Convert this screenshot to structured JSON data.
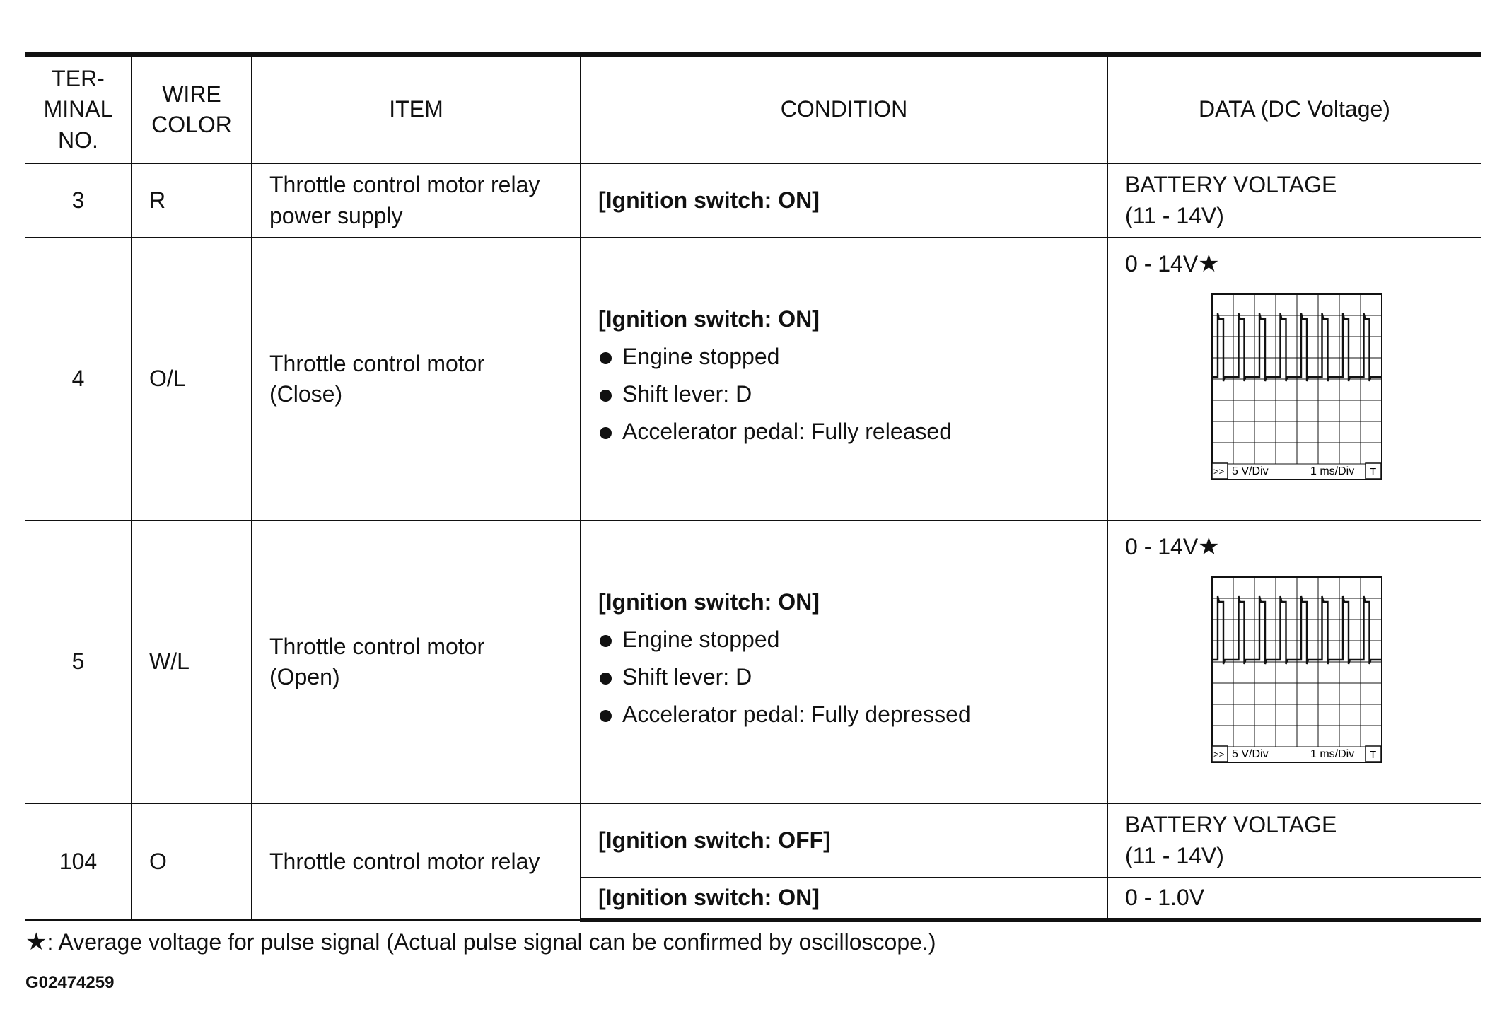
{
  "headers": {
    "terminal": "TER-\nMINAL\nNO.",
    "wire": "WIRE\nCOLOR",
    "item": "ITEM",
    "condition": "CONDITION",
    "data": "DATA (DC Voltage)"
  },
  "rows": [
    {
      "terminal": "3",
      "wire": "R",
      "item": "Throttle control motor relay\npower supply",
      "condition_title": "[Ignition switch: ON]",
      "data": "BATTERY VOLTAGE\n(11 - 14V)"
    },
    {
      "terminal": "4",
      "wire": "O/L",
      "item": "Throttle control motor\n(Close)",
      "condition_title": "[Ignition switch: ON]",
      "conditions": [
        "Engine stopped",
        "Shift lever: D",
        "Accelerator pedal: Fully released"
      ],
      "data": "0 - 14V",
      "data_mark": "★",
      "scope": {
        "volt_div": "5 V/Div",
        "time_div": "1 ms/Div",
        "left_tag": ">>",
        "right_tag": "T"
      }
    },
    {
      "terminal": "5",
      "wire": "W/L",
      "item": "Throttle control motor\n(Open)",
      "condition_title": "[Ignition switch: ON]",
      "conditions": [
        "Engine stopped",
        "Shift lever: D",
        "Accelerator pedal: Fully depressed"
      ],
      "data": "0 - 14V",
      "data_mark": "★",
      "scope": {
        "volt_div": "5 V/Div",
        "time_div": "1 ms/Div",
        "left_tag": ">>",
        "right_tag": "T"
      }
    },
    {
      "terminal": "104",
      "wire": "O",
      "item": "Throttle control motor relay",
      "sub": [
        {
          "condition_title": "[Ignition switch: OFF]",
          "data": "BATTERY VOLTAGE\n(11 - 14V)"
        },
        {
          "condition_title": "[Ignition switch: ON]",
          "data": "0 - 1.0V"
        }
      ]
    }
  ],
  "footnote": {
    "mark": "★",
    "text": ": Average voltage for pulse signal (Actual pulse signal can be confirmed by oscilloscope.)"
  },
  "figure_id": "G02474259"
}
